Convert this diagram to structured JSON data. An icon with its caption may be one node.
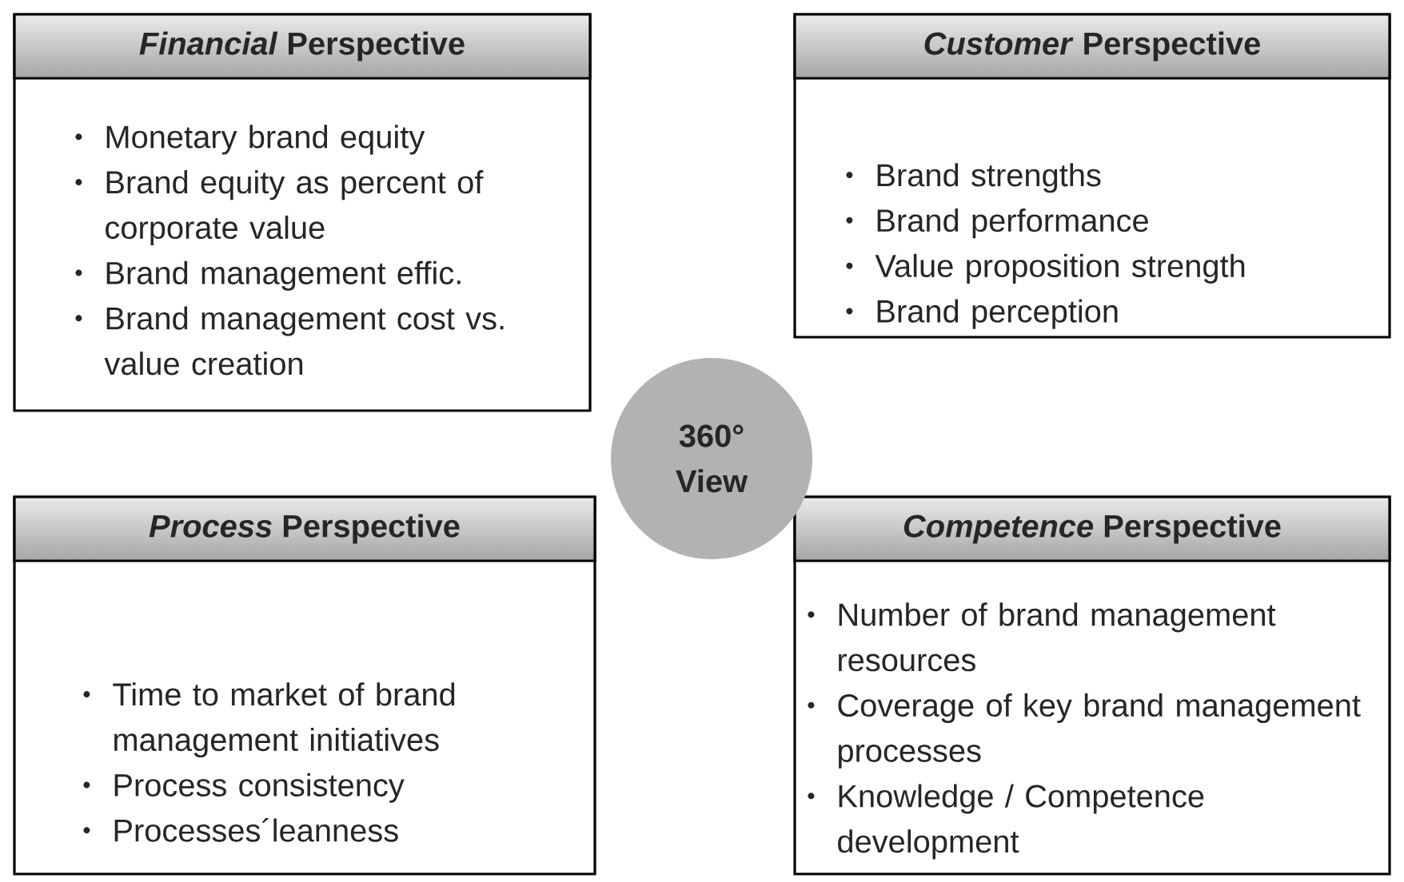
{
  "diagram": {
    "nodes": [
      {
        "text": [
          "*Financial* Perspective",
          "Monetary brand equity",
          "Brand equity as percent of corporate value",
          "Brand management effic.",
          "Brand management cost vs. value creation"
        ]
      },
      {
        "text": [
          "*Customer* Perspective",
          "Brand strengths",
          "Brand performance",
          "Value proposition strength",
          "Brand perception"
        ]
      },
      {
        "text": [
          "*Process* Perspective",
          "Time to market of brand management initiatives",
          "Process consistency",
          "Processes´leanness"
        ]
      },
      {
        "text": [
          "*Competence* Perspective",
          "Number of brand management resources",
          "Coverage of key brand management processes",
          "Knowledge / Competence development"
        ]
      },
      {
        "text": [
          "360° View"
        ]
      }
    ]
  }
}
